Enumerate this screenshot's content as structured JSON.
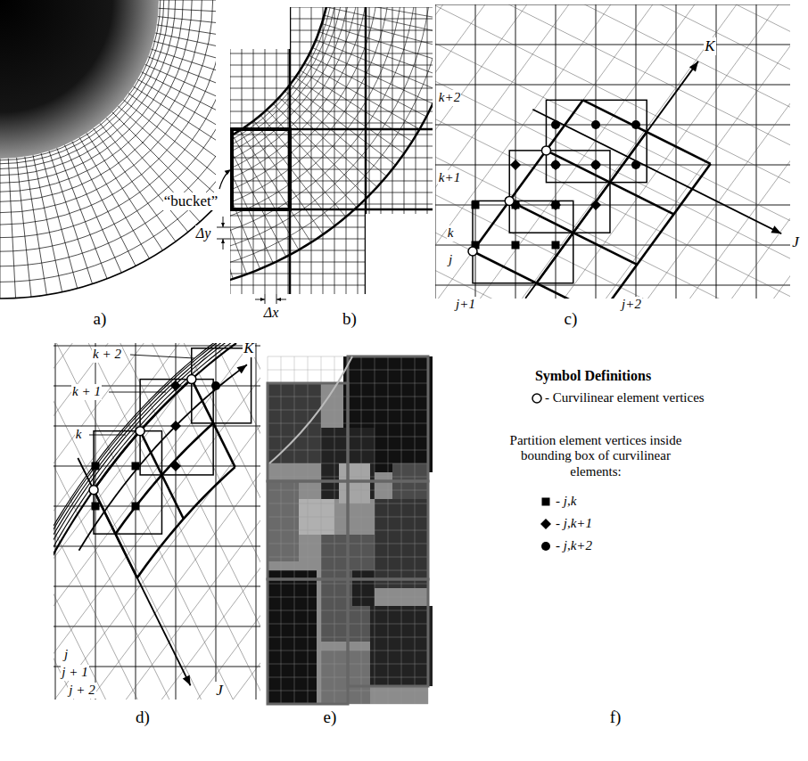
{
  "diagram": {
    "labels": [
      "a)",
      "b)",
      "c)",
      "“bucket”",
      "Δy",
      "Δx",
      "K",
      "k+2",
      "k+1",
      "k",
      "j",
      "j+1",
      "j+2",
      "J",
      "K",
      "k + 2",
      "k + 1",
      "k",
      "j",
      "j + 1",
      "j + 2",
      "J",
      "d)",
      "e)",
      "f)",
      "Symbol Definitions",
      "Partition element vertices inside bounding box of curvilinear elements:"
    ],
    "legend": [
      {
        "text": "- Curvilinear element vertices"
      },
      {
        "text": "- j,k"
      },
      {
        "text": "- j,k+1"
      },
      {
        "text": "- j,k+2"
      }
    ]
  }
}
